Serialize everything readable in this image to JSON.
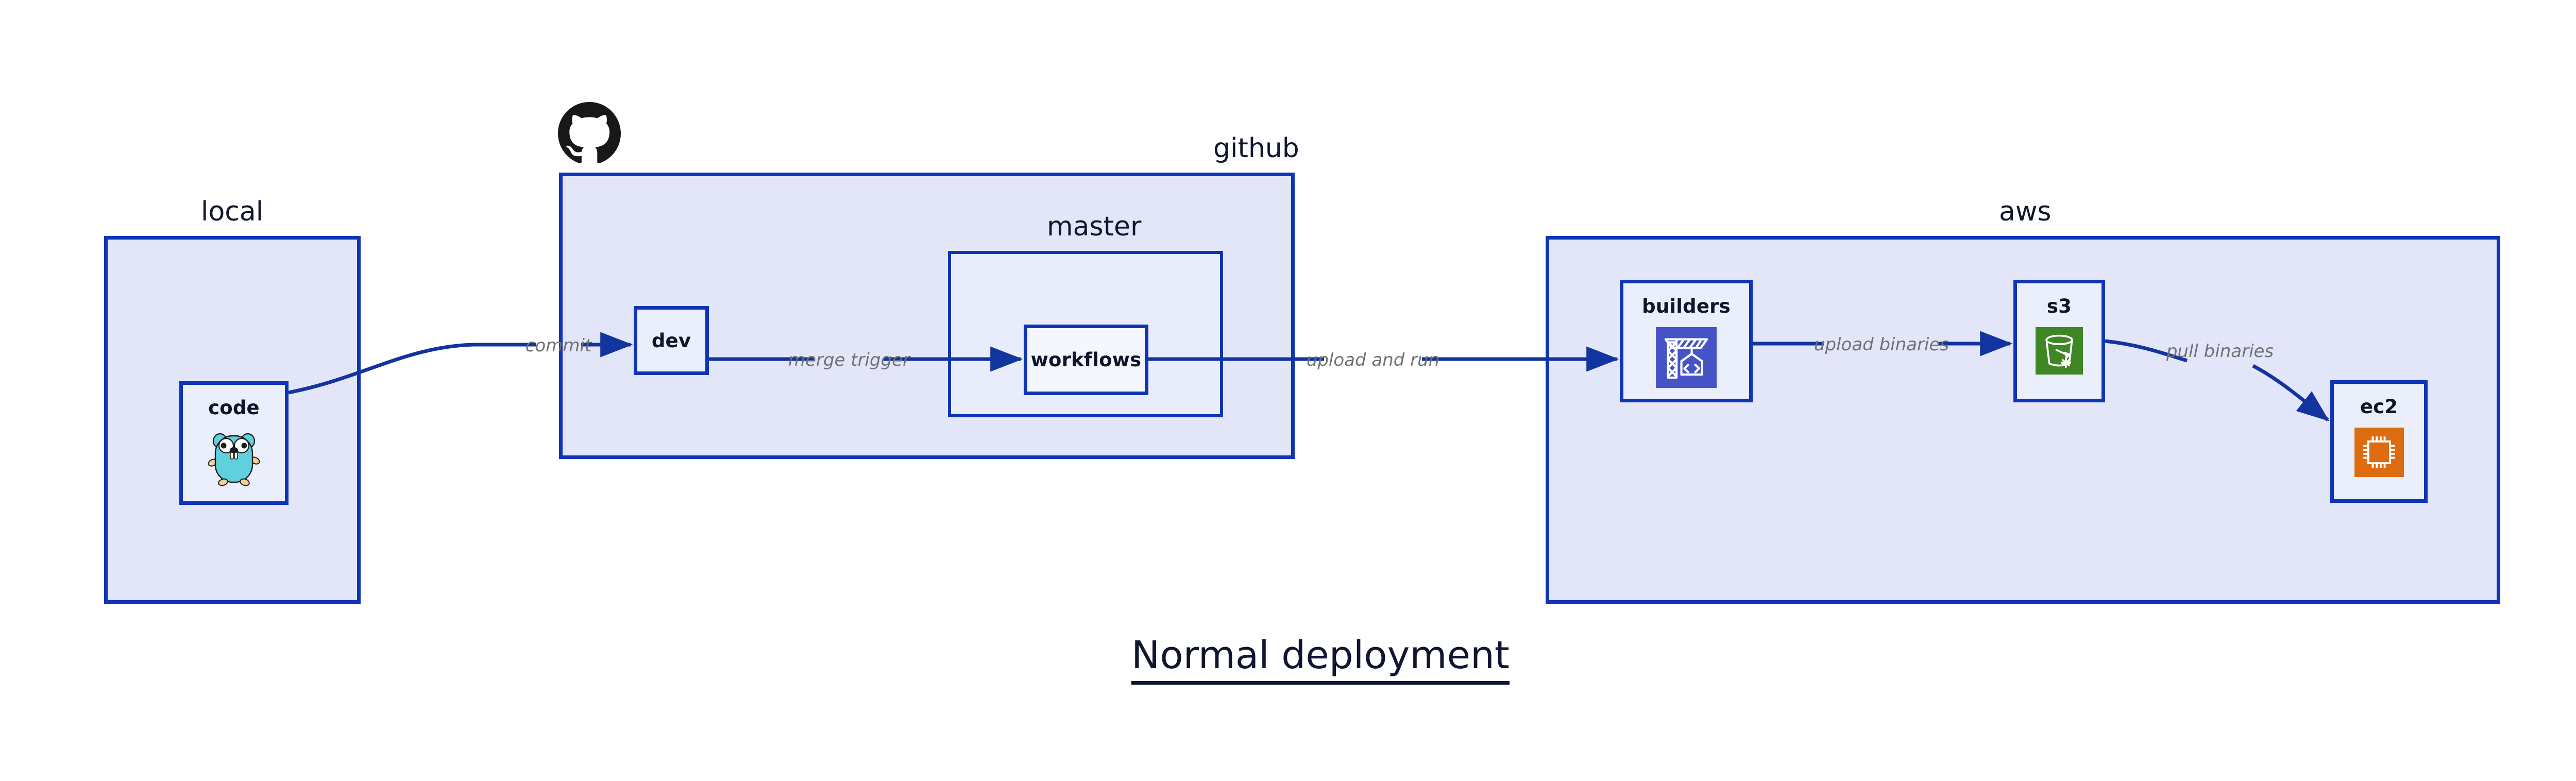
{
  "title": {
    "text": "Normal deployment"
  },
  "colors": {
    "border": "#0f34b5",
    "cluster_fill": "#e2e6f8",
    "subcluster_fill": "#e9edfb",
    "node_fill": "#eaeffb",
    "edge": "#12349e",
    "edge_label": "#6f7176",
    "text": "#101530",
    "codebuild_purple": "#4553c6",
    "s3_green": "#3f8624",
    "ec2_orange": "#dd6b10",
    "gopher_blue": "#5fd0de",
    "github_black": "#191717"
  },
  "clusters": [
    {
      "name": "local",
      "label": "local"
    },
    {
      "name": "github",
      "label": "github",
      "icon": "github-octocat-icon"
    },
    {
      "name": "master",
      "label": "master"
    },
    {
      "name": "aws",
      "label": "aws"
    }
  ],
  "nodes": [
    {
      "name": "code",
      "label": "code",
      "icon": "go-gopher-icon",
      "cluster": "local"
    },
    {
      "name": "dev",
      "label": "dev",
      "icon": null,
      "cluster": "github"
    },
    {
      "name": "workflows",
      "label": "workflows",
      "icon": null,
      "cluster": "master"
    },
    {
      "name": "builders",
      "label": "builders",
      "icon": "aws-codebuild-icon",
      "cluster": "aws"
    },
    {
      "name": "s3",
      "label": "s3",
      "icon": "aws-s3-bucket-icon",
      "cluster": "aws"
    },
    {
      "name": "ec2",
      "label": "ec2",
      "icon": "aws-ec2-chip-icon",
      "cluster": "aws"
    }
  ],
  "edges": [
    {
      "name": "code-to-dev",
      "label": "commit",
      "from": "code",
      "to": "dev"
    },
    {
      "name": "dev-to-workflows",
      "label": "merge trigger",
      "from": "dev",
      "to": "workflows"
    },
    {
      "name": "workflows-to-builders",
      "label": "upload and run",
      "from": "workflows",
      "to": "builders"
    },
    {
      "name": "builders-to-s3",
      "label": "upload binaries",
      "from": "builders",
      "to": "s3"
    },
    {
      "name": "s3-to-ec2",
      "label": "pull binaries",
      "from": "s3",
      "to": "ec2"
    }
  ]
}
